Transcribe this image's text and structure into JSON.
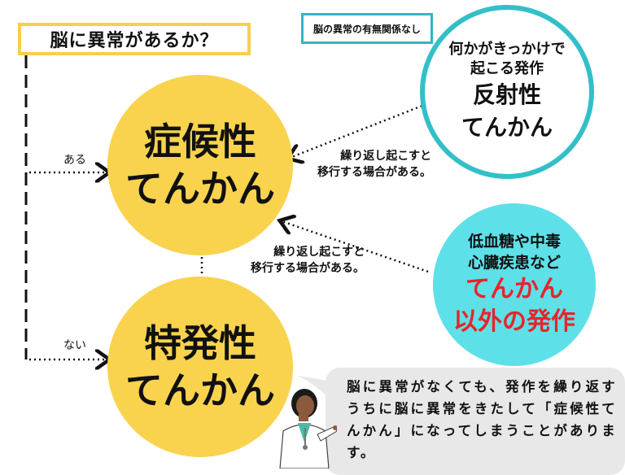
{
  "question": "脳に異常があるか？",
  "note": "脳の異常の有無関係なし",
  "branch_yes": "ある",
  "branch_no": "ない",
  "symptomatic": {
    "line1": "症候性",
    "line2": "てんかん"
  },
  "idiopathic": {
    "line1": "特発性",
    "line2": "てんかん"
  },
  "reflex": {
    "line1": "何かがきっかけで",
    "line2": "起こる発作",
    "line3": "反射性",
    "line4": "てんかん"
  },
  "other": {
    "line1": "低血糖や中毒",
    "line2": "心臓疾患など",
    "line3": "てんかん",
    "line4": "以外の発作"
  },
  "arrow_label_upper": {
    "line1": "繰り返し起こすと",
    "line2": "移行する場合がある。"
  },
  "arrow_label_lower": {
    "line1": "繰り返し起こすと",
    "line2": "移行する場合がある。"
  },
  "explanation": "脳に異常がなくても、発作を繰り返すうちに脳に異常をきたして「症候性てんかん」になってしまうことがあります。",
  "colors": {
    "yellow": "#f9d34e",
    "teal": "#33bfc8",
    "cyan": "#5ee0e8",
    "red": "#e8232b"
  }
}
